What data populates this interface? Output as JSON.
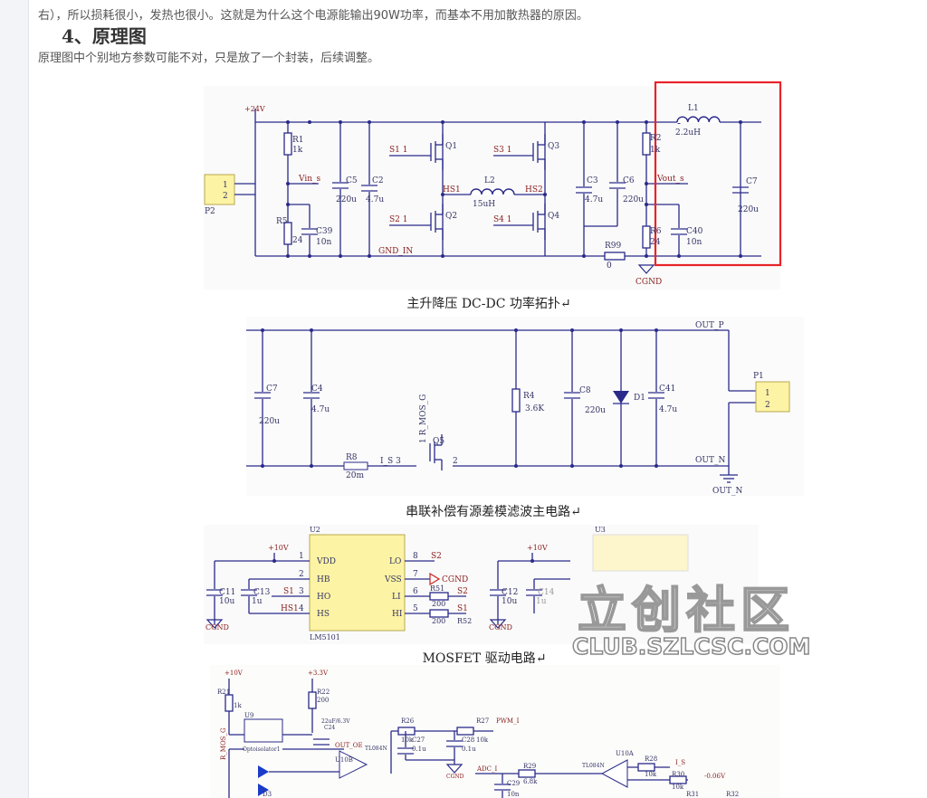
{
  "article": {
    "line_top": "右），所以损耗很小，发热也很小。这就是为什么这个电源能输出90W功率，而基本不用加散热器的原因。",
    "heading": "4、原理图",
    "intro": "原理图中个别地方参数可能不对，只是放了一个封装，后续调整。"
  },
  "figures": {
    "fig1": {
      "caption": "主升降压 DC-DC 功率拓扑↵",
      "labels": {
        "v24": "+24V",
        "r1": "R1",
        "r1v": "1k",
        "vins": "Vin_s",
        "r5": "R5",
        "r5v": "24",
        "c39": "C39",
        "c39v": "10n",
        "c5": "C5",
        "c5v": "220u",
        "c2": "C2",
        "c2v": "4.7u",
        "s1": "S1   1",
        "q1": "Q1",
        "s2": "S2   1",
        "q2": "Q2",
        "hs1": "HS1",
        "l2": "L2",
        "l2v": "15uH",
        "hs2": "HS2",
        "s3": "S3   1",
        "q3": "Q3",
        "s4": "S4   1",
        "q4": "Q4",
        "c3": "C3",
        "c3v": "4.7u",
        "c6": "C6",
        "c6v": "220u",
        "r2": "R2",
        "r2v": "1k",
        "vouts": "Vout_s",
        "r6": "R6",
        "r6v": "24",
        "c40": "C40",
        "c40v": "10n",
        "r99": "R99",
        "r99v": "0",
        "gndin": "GND_IN",
        "cgnd": "CGND",
        "l1": "L1",
        "l1v": "2.2uH",
        "c7": "C7",
        "c7v": "220u",
        "p2": "P2",
        "p2a": "1",
        "p2b": "2"
      }
    },
    "fig2": {
      "caption": "串联补偿有源差模滤波主电路↵",
      "labels": {
        "c7": "C7",
        "c7v": "220u",
        "c4": "C4",
        "c4v": "4.7u",
        "r8": "R8",
        "r8v": "20m",
        "is": "I_S  3",
        "mosg": "1  R_MOS_G",
        "q5": "Q5",
        "q5p2": "2",
        "r4": "R4",
        "r4v": "3.6K",
        "c8": "C8",
        "c8v": "220u",
        "d1": "D1",
        "c41": "C41",
        "c41v": "4.7u",
        "outp": "OUT_P",
        "outn": "OUT_N",
        "outn2": "OUT_N",
        "p1": "P1",
        "p1a": "1",
        "p1b": "2"
      }
    },
    "fig3": {
      "caption": "MOSFET 驱动电路↵",
      "labels": {
        "u2": "U2",
        "v10": "+10V",
        "vdd": "VDD",
        "hb": "HB",
        "ho": "HO",
        "hs": "HS",
        "lo": "LO",
        "vss": "VSS",
        "li": "LI",
        "hi": "HI",
        "n1": "1",
        "n2": "2",
        "n3": "3",
        "n4": "4",
        "n8": "8",
        "n7": "7",
        "n6": "6",
        "n5": "5",
        "s1in": "S1",
        "hs1in": "HS1",
        "s2o": "S2",
        "s2b": "S2",
        "s1b": "S1",
        "cgndv": "CGND",
        "r51": "R51",
        "r51v": "200",
        "r52": "R52",
        "r52v": "200",
        "c11": "C11",
        "c11v": "10u",
        "c13": "C13",
        "c13v": "1u",
        "cgnd": "CGND",
        "lm": "LM5101",
        "u3": "U3",
        "v10b": "+10V",
        "c12": "C12",
        "c12v": "10u",
        "c14": "C14",
        "c14v": "1u",
        "cgnd2": "CGND"
      },
      "watermark_cn": "立创社区",
      "watermark_en": "CLUB.SZLCSC.COM"
    },
    "fig4": {
      "labels": {
        "v10": "+10V",
        "v33": "+3.3V",
        "r21": "R21",
        "r21v": "1k",
        "r22": "R22",
        "r22v": "200",
        "u9": "U9",
        "opto": "Optoisolator1",
        "c24v": "22uF/6.3V",
        "c24": "C24",
        "oute": "OUT_OE",
        "mosg": "R_MOS_G",
        "tl1": "TL084N",
        "u10b": "U10B",
        "r26": "R26",
        "r26v": "10k",
        "r27": "R27",
        "r27v": "10k",
        "pwm": "PWM_I",
        "c27": "C27",
        "c27v": "0.1u",
        "c28": "C28",
        "c28v": "0.1u",
        "cgnd": "CGND",
        "adc": "ADC_I",
        "r29": "R29",
        "r29v": "6.8k",
        "c29": "C29",
        "c29v": "10n",
        "tl2": "TL084N",
        "u10a": "U10A",
        "r28": "R28",
        "r28v": "10k",
        "is": "I_S",
        "r30": "R30",
        "r30v": "10k",
        "vneg": "-0.06V",
        "r31": "R31",
        "r32": "R32",
        "d3": "D3"
      }
    }
  },
  "colors": {
    "wire": "#2a2a8a",
    "net": "#8b2020",
    "part": "#333366",
    "highlight": "#e8232a",
    "chip": "#fdf3a4"
  }
}
